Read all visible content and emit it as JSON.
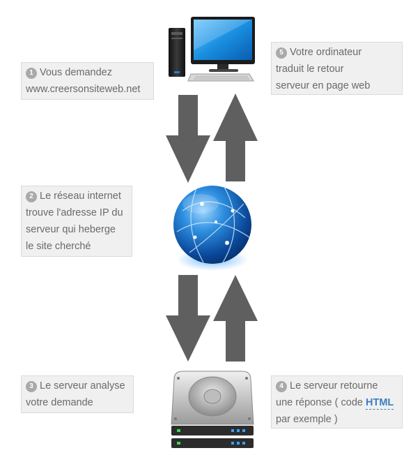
{
  "steps": [
    {
      "num": "1",
      "lines": [
        "Vous demandez",
        "www.creersonsiteweb.net"
      ]
    },
    {
      "num": "2",
      "lines": [
        "Le réseau internet",
        "trouve l'adresse IP du",
        "serveur qui heberge",
        "le site cherché"
      ]
    },
    {
      "num": "3",
      "lines": [
        "Le serveur analyse",
        "votre demande"
      ]
    },
    {
      "num": "4",
      "line1": "Le serveur retourne",
      "line2_prefix": "une réponse ( code",
      "link": "HTML",
      "line3": "par exemple )"
    },
    {
      "num": "5",
      "lines": [
        "Votre ordinateur",
        "traduit le retour",
        "serveur en page web"
      ]
    }
  ],
  "icons": [
    "computer-icon",
    "globe-icon",
    "server-icon"
  ],
  "colors": {
    "arrow": "#5f5f5f",
    "box_bg": "#f0f0f0",
    "text": "#6a6a6a",
    "link": "#3a7fc1"
  }
}
